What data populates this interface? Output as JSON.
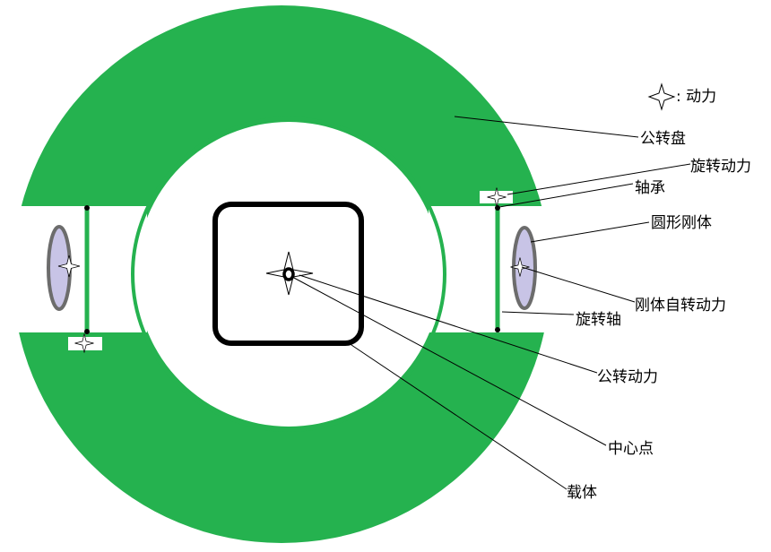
{
  "colors": {
    "disk": "#25b24f",
    "white": "#ffffff",
    "line": "#000000",
    "ellipse_fill": "#c8c4e6",
    "ellipse_stroke": "#6c6c6c"
  },
  "legend": {
    "symbol": "four-point-star-icon",
    "text": ": 动力"
  },
  "labels": {
    "revolution_disk": "公转盘",
    "rotation_power": "旋转动力",
    "bearing": "轴承",
    "circular_rigid_body": "圆形刚体",
    "rigid_self_rotation_power": "刚体自转动力",
    "rotation_axis": "旋转轴",
    "revolution_power": "公转动力",
    "center_point": "中心点",
    "carrier": "载体"
  }
}
